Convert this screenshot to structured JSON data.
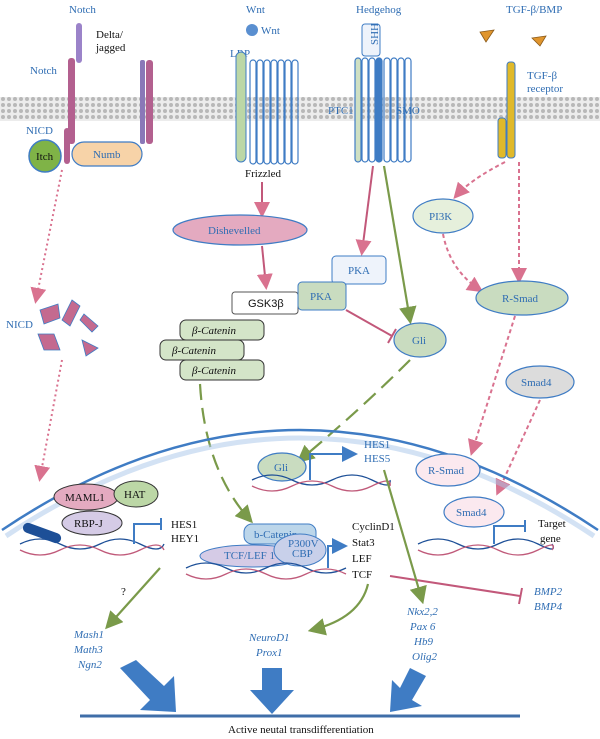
{
  "pathways": {
    "notch": "Notch",
    "wnt": "Wnt",
    "hedgehog": "Hedgehog",
    "tgf": "TGF-β/BMP"
  },
  "notch": {
    "ligand": "Delta/\njagged",
    "receptor": "Notch",
    "nicd": "NICD",
    "itch": "Itch",
    "numb": "Numb",
    "nicd_cyto": "NICD"
  },
  "wnt": {
    "ligand": "Wnt",
    "lrp": "LRP",
    "frizzled": "Frizzled",
    "dishevelled": "Dishevelled",
    "gsk3b": "GSK3β",
    "catenin": [
      "β-Catenin",
      "β-Catenin",
      "β-Catenin"
    ]
  },
  "hedgehog": {
    "shh": "SHH",
    "ptc1": "PTC1",
    "smo": "SMO",
    "pka_top": "PKA",
    "pka": "PKA",
    "gli_cyto": "Gli"
  },
  "tgf": {
    "receptor": "TGF-β\nreceptor",
    "pi3k": "PI3K",
    "rsmad": "R-Smad",
    "smad4": "Smad4"
  },
  "nucleus": {
    "maml1": "MAML1",
    "hat": "HAT",
    "rbpj": "RBP-J",
    "notch_targets": [
      "HES1",
      "HEY1"
    ],
    "question": "?",
    "bcatenin": "b-Catenin",
    "tcf_lef": "TCF/LEF 1",
    "p300": "P300V\nCBP",
    "wnt_targets": [
      "CyclinD1",
      "Stat3",
      "LEF",
      "TCF"
    ],
    "gli": "Gli",
    "hh_targets": [
      "HES1",
      "HES5"
    ],
    "rsmad": "R-Smad",
    "smad4": "Smad4",
    "target_gene": [
      "Target",
      "gene"
    ]
  },
  "outputs": {
    "notch": [
      "Mash1",
      "Math3",
      "Ngn2"
    ],
    "wnt": [
      "NeuroD1",
      "Prox1"
    ],
    "hh": [
      "Nkx2,2",
      "Pax 6",
      "Hb9",
      "Olig2"
    ],
    "bmp": [
      "BMP2",
      "BMP4"
    ]
  },
  "footer": "Active neutal transdifferentiation",
  "colors": {
    "membrane": "#c8c8c8",
    "pink_arrow": "#d9728f",
    "green_arrow": "#7a9a4a",
    "blue_arrow": "#3f7cc4",
    "text_blue": "#2f6db3"
  }
}
